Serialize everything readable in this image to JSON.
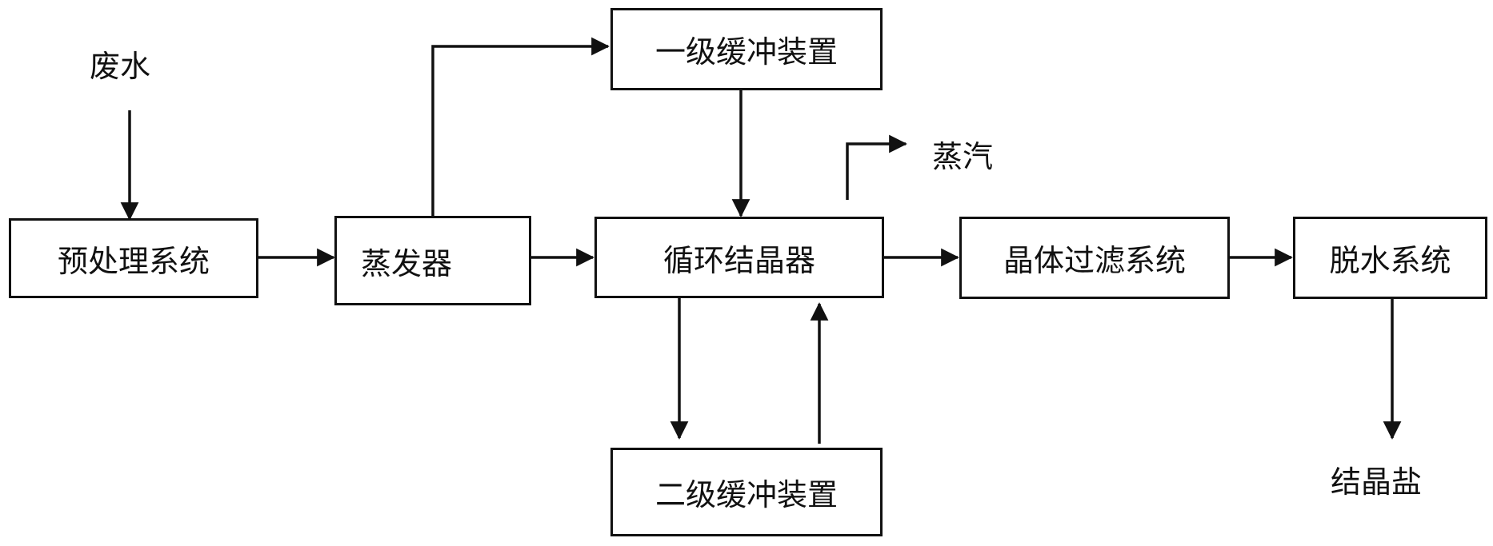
{
  "labels": {
    "wastewater": "废水",
    "steam": "蒸汽",
    "crystal_salt": "结晶盐"
  },
  "nodes": {
    "pretreatment": "预处理系统",
    "evaporator": "蒸发器",
    "primary_buffer": "一级缓冲装置",
    "circulating_crystallizer": "循环结晶器",
    "secondary_buffer": "二级缓冲装置",
    "crystal_filter": "晶体过滤系统",
    "dewatering": "脱水系统"
  },
  "colors": {
    "line": "#111111",
    "background": "#ffffff"
  }
}
